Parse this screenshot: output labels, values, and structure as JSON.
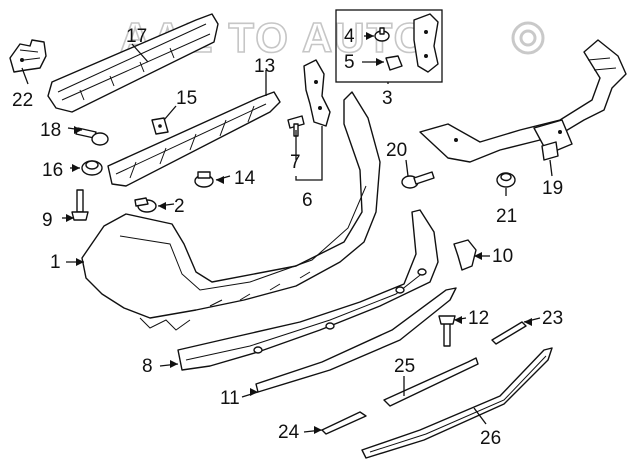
{
  "diagram": {
    "watermark": "AAE TO AUTO",
    "callouts": [
      "1",
      "2",
      "3",
      "4",
      "5",
      "6",
      "7",
      "8",
      "9",
      "10",
      "11",
      "12",
      "13",
      "14",
      "15",
      "16",
      "17",
      "18",
      "19",
      "20",
      "21",
      "22",
      "23",
      "24",
      "25",
      "26"
    ]
  }
}
